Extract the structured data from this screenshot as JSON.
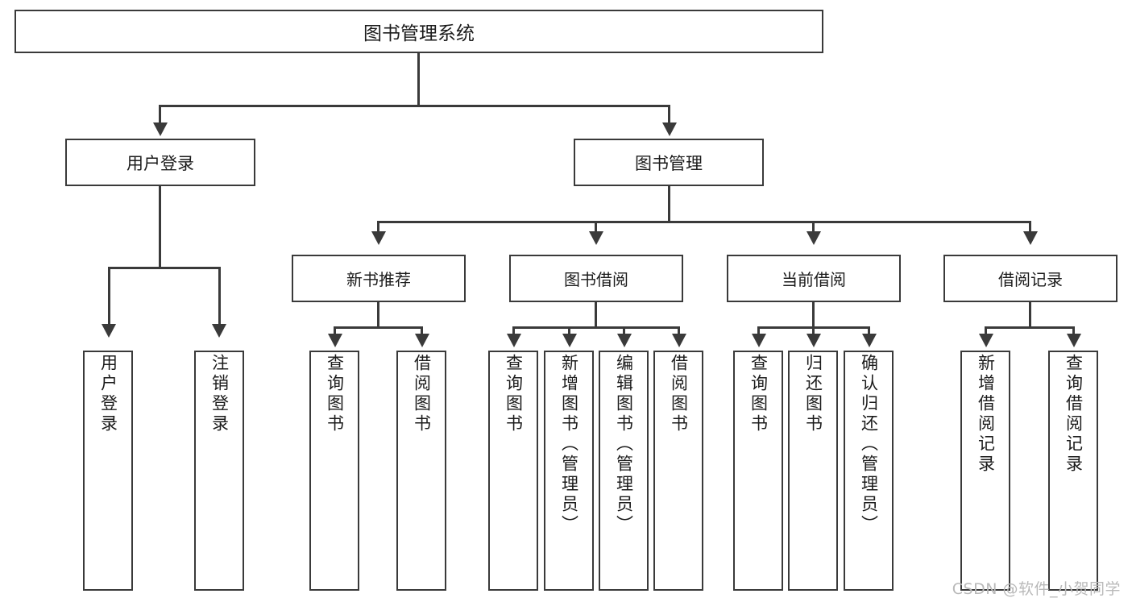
{
  "diagram": {
    "type": "tree-hierarchy",
    "title": "图书管理系统",
    "root": {
      "label": "图书管理系统"
    },
    "level2": [
      {
        "id": "user-login",
        "label": "用户登录"
      },
      {
        "id": "book-manage",
        "label": "图书管理"
      }
    ],
    "level3": [
      {
        "id": "new-book-recommend",
        "label": "新书推荐"
      },
      {
        "id": "book-borrow",
        "label": "图书借阅"
      },
      {
        "id": "current-borrow",
        "label": "当前借阅"
      },
      {
        "id": "borrow-record",
        "label": "借阅记录"
      }
    ],
    "leaves": {
      "user_login": [
        {
          "id": "leaf-user-login",
          "label": "用户登录"
        },
        {
          "id": "leaf-logout-login",
          "label": "注销登录"
        }
      ],
      "new_book_recommend": [
        {
          "id": "leaf-query-book-1",
          "label": "查询图书"
        },
        {
          "id": "leaf-borrow-book-1",
          "label": "借阅图书"
        }
      ],
      "book_borrow": [
        {
          "id": "leaf-query-book-2",
          "label": "查询图书"
        },
        {
          "id": "leaf-add-book",
          "label": "新增图书（管理员）"
        },
        {
          "id": "leaf-edit-book",
          "label": "编辑图书（管理员）"
        },
        {
          "id": "leaf-borrow-book-2",
          "label": "借阅图书"
        }
      ],
      "current_borrow": [
        {
          "id": "leaf-query-book-3",
          "label": "查询图书"
        },
        {
          "id": "leaf-return-book",
          "label": "归还图书"
        },
        {
          "id": "leaf-confirm-return",
          "label": "确认归还（管理员）"
        }
      ],
      "borrow_record": [
        {
          "id": "leaf-add-record",
          "label": "新增借阅记录"
        },
        {
          "id": "leaf-query-record",
          "label": "查询借阅记录"
        }
      ]
    }
  },
  "watermark": {
    "text": "CSDN @软件_小贺同学"
  },
  "colors": {
    "stroke": "#3a3a3a",
    "fill": "#ffffff",
    "text": "#1b1b1b",
    "watermark": "#b9b9b9"
  }
}
